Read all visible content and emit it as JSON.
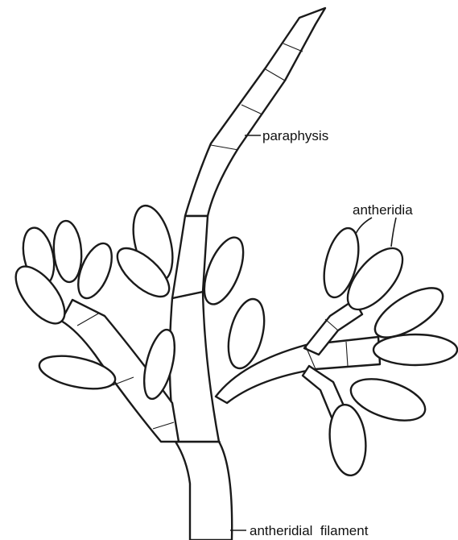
{
  "labels": {
    "paraphysis": "paraphysis",
    "antheridia": "antheridia",
    "antheridial_filament": "antheridial  filament"
  },
  "colors": {
    "ink": "#1a1a1a",
    "background": "#ffffff"
  }
}
